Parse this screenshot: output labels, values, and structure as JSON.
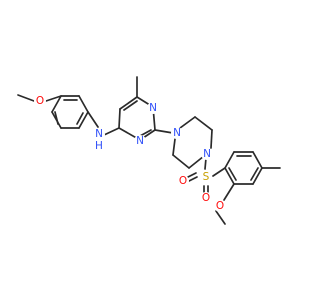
{
  "colors": {
    "background": "#ffffff",
    "bond": "#2b2b2b",
    "carbon": "#2b2b2b",
    "nitrogen": "#3050f8",
    "oxygen": "#ff0d0d",
    "sulfur": "#c8a000"
  },
  "atoms": {
    "ome_o": "O",
    "nh_n": "N",
    "nh_h": "H",
    "pyr_n_top": "N",
    "pyr_n_bottom": "N",
    "pip_n_left": "N",
    "pip_n_right": "N",
    "sulfur": "S",
    "sulfonyl_o_top": "O",
    "sulfonyl_o_bottom": "O",
    "ar_ome_o": "O"
  }
}
